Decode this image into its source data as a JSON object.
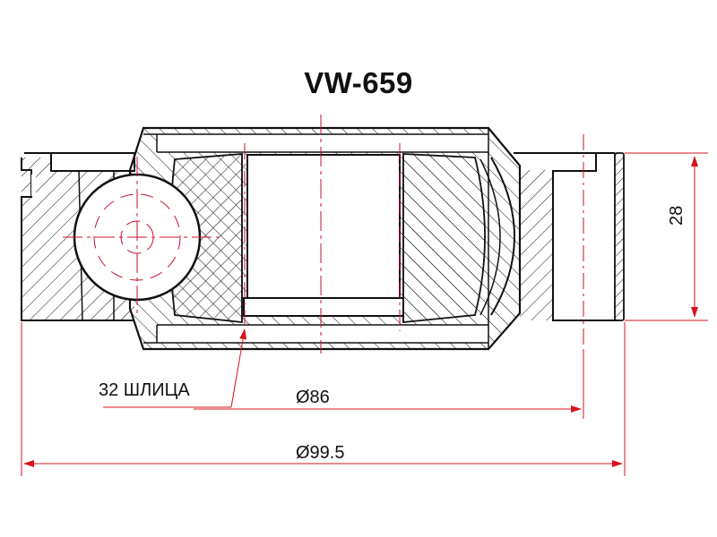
{
  "title": "VW-659",
  "drawing": {
    "type": "CV joint cross-section (inner tripod/ball cage)",
    "line_color": "#111111",
    "dimension_color": "#d7141d",
    "centerline_color": "#c8102e"
  },
  "dimensions": {
    "splines": "32 ШЛИЦА",
    "inner_diameter": "Ø86",
    "outer_diameter": "Ø99.5",
    "height": "28"
  }
}
